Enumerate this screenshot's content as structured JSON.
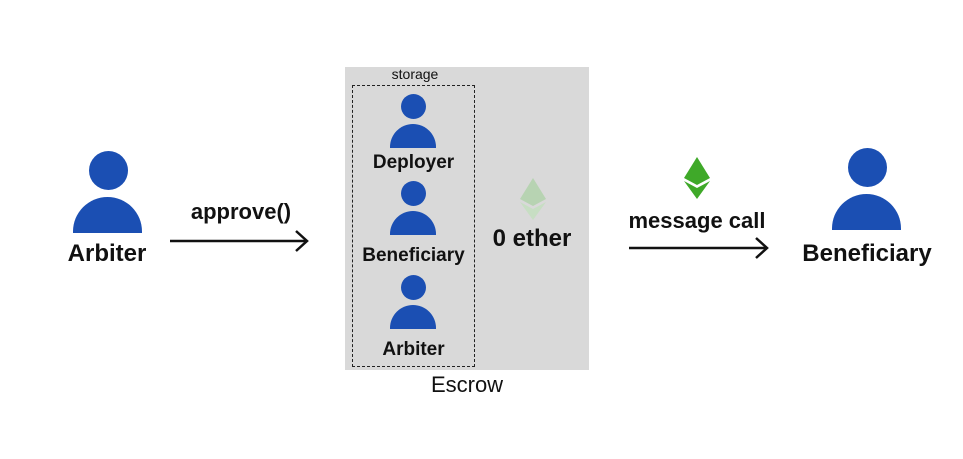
{
  "colors": {
    "person": "#1b4fb3",
    "eth_active": "#3fa929",
    "eth_faded": "#b7d3b2",
    "escrow_bg": "#d9d9d9",
    "arrow": "#111111"
  },
  "left_actor": {
    "label": "Arbiter",
    "icon": "person-icon"
  },
  "call_arrow": {
    "label": "approve()"
  },
  "escrow": {
    "label": "Escrow",
    "storage_label": "storage",
    "storage_items": [
      {
        "label": "Deployer",
        "icon": "person-icon"
      },
      {
        "label": "Beneficiary",
        "icon": "person-icon"
      },
      {
        "label": "Arbiter",
        "icon": "person-icon"
      }
    ],
    "balance_label": "0 ether",
    "balance_icon": "ethereum-icon"
  },
  "message_arrow": {
    "label": "message call",
    "icon": "ethereum-icon"
  },
  "right_actor": {
    "label": "Beneficiary",
    "icon": "person-icon"
  }
}
